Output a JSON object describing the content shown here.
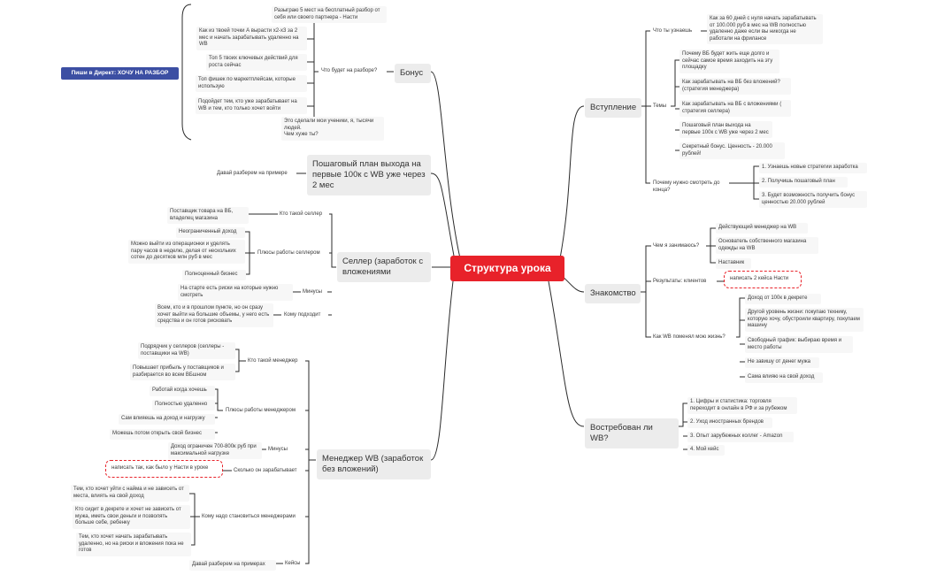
{
  "center": "Структура урока",
  "promo": "Пиши в Директ: ХОЧУ НА РАЗБОР",
  "bonus": {
    "title": "Бонус",
    "what_label": "Что будет на разборе?",
    "raffle": "Разыграю 5 мест на бесплатный разбор от себя или своего партнера - Насти",
    "items": [
      "Как из твоей точки А вырасти х2-х3 за 2 мес и начать зарабатывать удаленно на WB",
      "Топ 5 твоих ключевых действий для роста сейчас",
      "Топ фишек по маркетплейсам, которые использую",
      "Подойдет тем, кто уже зарабатывает на WB и тем, кто только хочет войти"
    ],
    "students": "Это сделали мои ученики, я, тысячи людей.\nЧем хуже ты?"
  },
  "plan": {
    "title": "Пошаговый план выхода на первые 100к с WB уже через 2 мес",
    "note": "Давай разберем на примере"
  },
  "seller": {
    "title": "Селлер (заработок с вложениями",
    "who_label": "Кто такой селлер",
    "who": "Поставщик товара на ВБ, владелец магазина",
    "pros_label": "Плюсы работы селлером",
    "pros": [
      "Неограниченный доход",
      "Можно выйти из операционки и уделять пару часов в неделю, делая от нескольких сотен до десятков млн руб в мес",
      "Полноценный бизнес"
    ],
    "cons_label": "Минусы",
    "cons": "На старте есть риски на которые нужно смотреть",
    "fit_label": "Кому подходит",
    "fit": "Всем, кто и в прошлом пункте, но он сразу хочет выйти на большие объемы, у него есть средства и он готов рисковать"
  },
  "manager": {
    "title": "Менеджер WB (заработок без вложений)",
    "who_label": "Кто такой менеджер",
    "who": [
      "Подрядчик у селлеров (селлеры - поставщики на WB)",
      "Повышает прибыль у поставщиков и разбирается во всем ВБшном"
    ],
    "pros_label": "Плюсы работы менеджером",
    "pros": [
      "Работай когда хочешь",
      "Полностью удаленно",
      "Сам влияешь на доход и нагрузку",
      "Можешь потом открыть свой бизнес"
    ],
    "cons_label": "Минусы",
    "cons": "Доход ограничен 700-800к руб при максимальной нагрузке",
    "earn_label": "Сколько он зарабатывает",
    "earn": "написать так, как было у Насти в уроке",
    "who_should_label": "Кому надо становиться менеджерами",
    "who_should": [
      "Тем, кто хочет уйти с найма и не зависеть от места, влиять на свой доход",
      "Кто сидит в декрете и хочет не зависеть от мужа, иметь свои деньги  и позволять больше себе, ребенку",
      "Тем, кто хочет начать зарабатывать удаленно, но на риски и вложения пока не готов"
    ],
    "cases_label": "Кейсы",
    "cases": "Давай разберем на примерах"
  },
  "intro": {
    "title": "Вступление",
    "learn_label": "Что ты узнаешь",
    "learn": "Как за 60 дней с нуля начать зарабатывать от 100.000 руб в мес на WB полностью удаленно даже если вы никогда не работали на фрилансе",
    "topics_label": "Темы",
    "topics": [
      "Почему ВБ будет жить еще долго и сейчас самое время заходить на эту площадку",
      "Как зарабатывать на ВБ без вложений? (стратегия менеджера)",
      "Как зарабатывать на ВБ с вложениями ( стратегия селлера)",
      "Пошаговый план выхода на первые 100к с WB уже через 2 мес",
      "Секретный бонус. Ценность - 20.000 рублей!"
    ],
    "why_label": "Почему нужно смотреть до конца?",
    "why": [
      "1. Узнаешь новые стратегии заработка",
      "2. Получишь пошаговый план",
      "3. Будет возможность получить бонус ценностью 20.000 рублей"
    ]
  },
  "meet": {
    "title": "Знакомство",
    "do_label": "Чем я занимаюсь?",
    "do": [
      "Действующий менеджер на WB",
      "Основатель собственного магазина одежды на WB",
      "Наставник"
    ],
    "results_label": "Результаты: клиентов",
    "results": "написать 2 кейса Насти",
    "changed_label": "Как WB поменял мою жизнь?",
    "changed": [
      "Доход от 100к в декрете",
      "Другой уровень жизни: покупаю технику, которую хочу, обустроили квартиру, покупаем машину",
      "Свободный график: выбираю время и место работы",
      "Не завишу от денег мужа",
      "Сама влияю на свой доход"
    ]
  },
  "demand": {
    "title": "Востребован ли WB?",
    "items": [
      "1. Цифры и статистика: торговля переходит в онлайн в РФ и за рубежом",
      "2. Уход иностранных брендов",
      "3. Опыт зарубежных коллег - Amazon",
      "4. Мой кейс"
    ]
  },
  "colors": {
    "center": "#e8222a",
    "promo": "#3c4fa3",
    "line": "#2b2b2b"
  }
}
